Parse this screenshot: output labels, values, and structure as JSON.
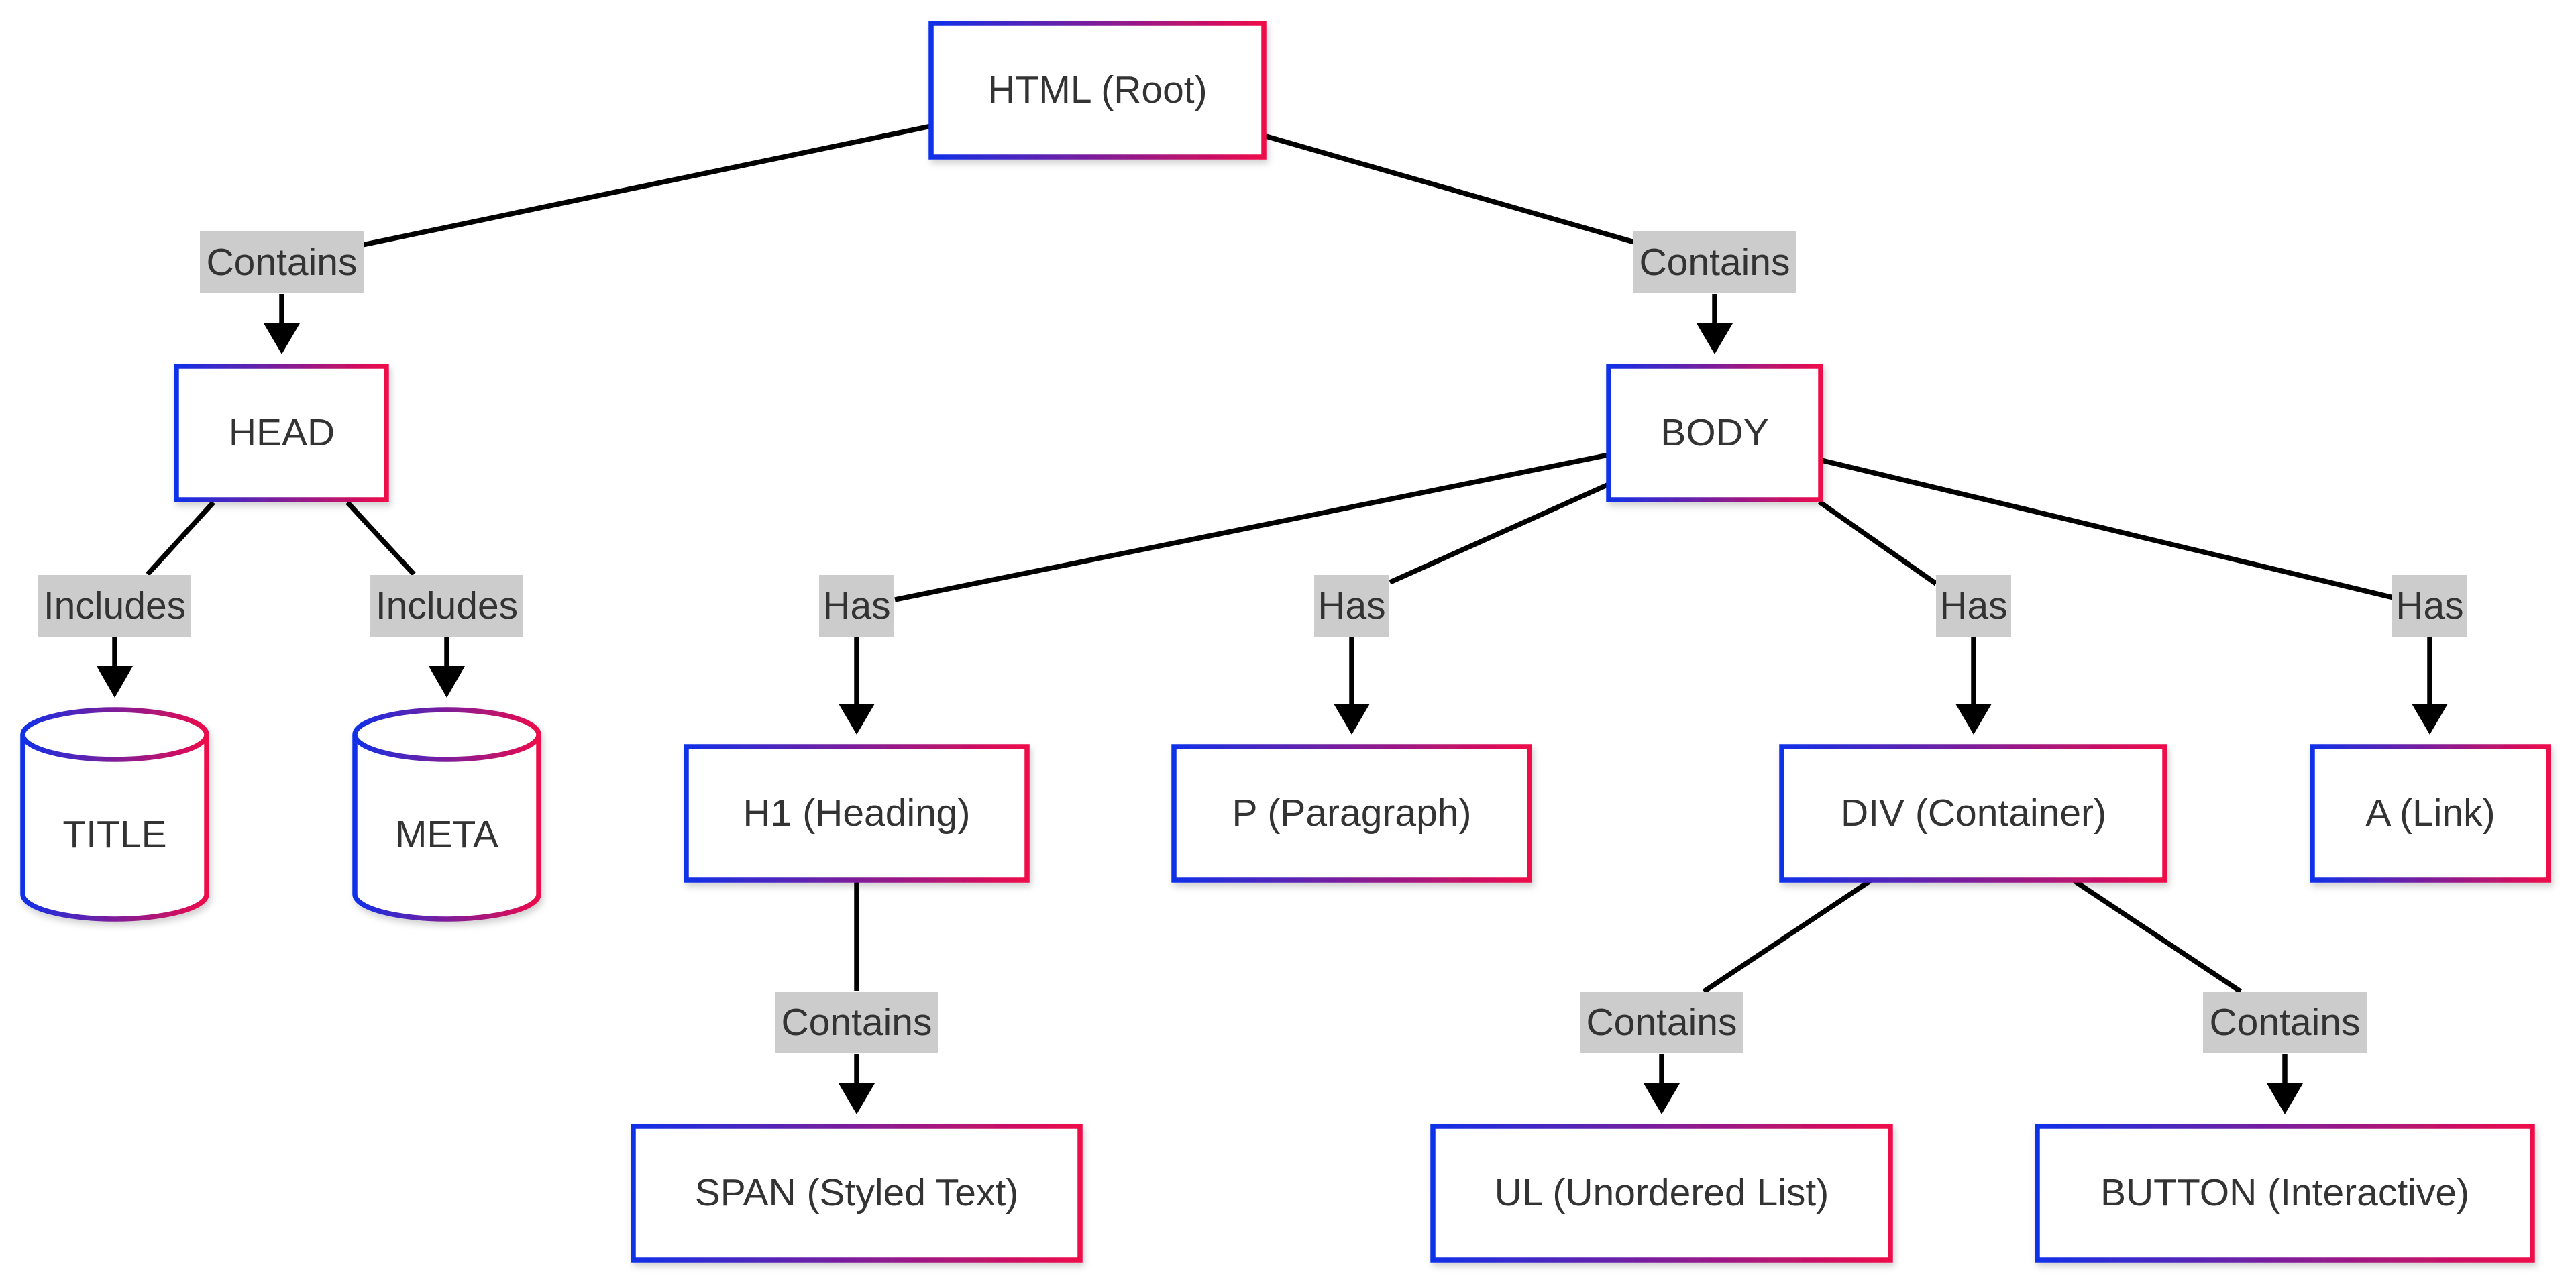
{
  "colors": {
    "node_border_start": "#1030e8",
    "node_border_end": "#ee0a4a",
    "node_fill": "#ffffff",
    "edge": "#000000",
    "edge_label_bg": "#cccccc",
    "text": "#333333"
  },
  "nodes": {
    "html": {
      "label": "HTML (Root)",
      "shape": "rectangle"
    },
    "head": {
      "label": "HEAD",
      "shape": "rectangle"
    },
    "body": {
      "label": "BODY",
      "shape": "rectangle"
    },
    "title": {
      "label": "TITLE",
      "shape": "cylinder"
    },
    "meta": {
      "label": "META",
      "shape": "cylinder"
    },
    "h1": {
      "label": "H1 (Heading)",
      "shape": "rectangle"
    },
    "p": {
      "label": "P (Paragraph)",
      "shape": "rectangle"
    },
    "div": {
      "label": "DIV (Container)",
      "shape": "rectangle"
    },
    "a": {
      "label": "A (Link)",
      "shape": "rectangle"
    },
    "span": {
      "label": "SPAN (Styled Text)",
      "shape": "rectangle"
    },
    "ul": {
      "label": "UL (Unordered List)",
      "shape": "rectangle"
    },
    "button": {
      "label": "BUTTON (Interactive)",
      "shape": "rectangle"
    }
  },
  "edges": {
    "html_head": {
      "from": "html",
      "to": "head",
      "label": "Contains"
    },
    "html_body": {
      "from": "html",
      "to": "body",
      "label": "Contains"
    },
    "head_title": {
      "from": "head",
      "to": "title",
      "label": "Includes"
    },
    "head_meta": {
      "from": "head",
      "to": "meta",
      "label": "Includes"
    },
    "body_h1": {
      "from": "body",
      "to": "h1",
      "label": "Has"
    },
    "body_p": {
      "from": "body",
      "to": "p",
      "label": "Has"
    },
    "body_div": {
      "from": "body",
      "to": "div",
      "label": "Has"
    },
    "body_a": {
      "from": "body",
      "to": "a",
      "label": "Has"
    },
    "h1_span": {
      "from": "h1",
      "to": "span",
      "label": "Contains"
    },
    "div_ul": {
      "from": "div",
      "to": "ul",
      "label": "Contains"
    },
    "div_button": {
      "from": "div",
      "to": "button",
      "label": "Contains"
    }
  }
}
